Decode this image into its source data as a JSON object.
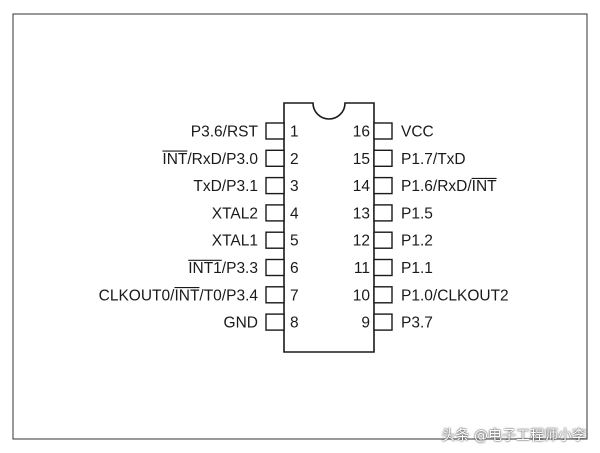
{
  "ic": {
    "left_pins": [
      {
        "number": "1",
        "label_parts": [
          {
            "text": "P3.6/RST",
            "overline": false
          }
        ]
      },
      {
        "number": "2",
        "label_parts": [
          {
            "text": "INT",
            "overline": true
          },
          {
            "text": "/RxD/P3.0",
            "overline": false
          }
        ]
      },
      {
        "number": "3",
        "label_parts": [
          {
            "text": "TxD/P3.1",
            "overline": false
          }
        ]
      },
      {
        "number": "4",
        "label_parts": [
          {
            "text": "XTAL2",
            "overline": false
          }
        ]
      },
      {
        "number": "5",
        "label_parts": [
          {
            "text": "XTAL1",
            "overline": false
          }
        ]
      },
      {
        "number": "6",
        "label_parts": [
          {
            "text": "INT1",
            "overline": true
          },
          {
            "text": "/P3.3",
            "overline": false
          }
        ]
      },
      {
        "number": "7",
        "label_parts": [
          {
            "text": "CLKOUT0/",
            "overline": false
          },
          {
            "text": "INT",
            "overline": true
          },
          {
            "text": "/T0/P3.4",
            "overline": false
          }
        ]
      },
      {
        "number": "8",
        "label_parts": [
          {
            "text": "GND",
            "overline": false
          }
        ]
      }
    ],
    "right_pins": [
      {
        "number": "16",
        "label_parts": [
          {
            "text": "VCC",
            "overline": false
          }
        ]
      },
      {
        "number": "15",
        "label_parts": [
          {
            "text": "P1.7/TxD",
            "overline": false
          }
        ]
      },
      {
        "number": "14",
        "label_parts": [
          {
            "text": "P1.6/RxD/",
            "overline": false
          },
          {
            "text": "INT",
            "overline": true
          }
        ]
      },
      {
        "number": "13",
        "label_parts": [
          {
            "text": "P1.5",
            "overline": false
          }
        ]
      },
      {
        "number": "12",
        "label_parts": [
          {
            "text": "P1.2",
            "overline": false
          }
        ]
      },
      {
        "number": "11",
        "label_parts": [
          {
            "text": "P1.1",
            "overline": false
          }
        ]
      },
      {
        "number": "10",
        "label_parts": [
          {
            "text": "P1.0/CLKOUT2",
            "overline": false
          }
        ]
      },
      {
        "number": "9",
        "label_parts": [
          {
            "text": "P3.7",
            "overline": false
          }
        ]
      }
    ]
  },
  "watermark": "头条 @电子工程师小李",
  "colors": {
    "stroke": "#1a1a1a",
    "background": "#ffffff"
  }
}
